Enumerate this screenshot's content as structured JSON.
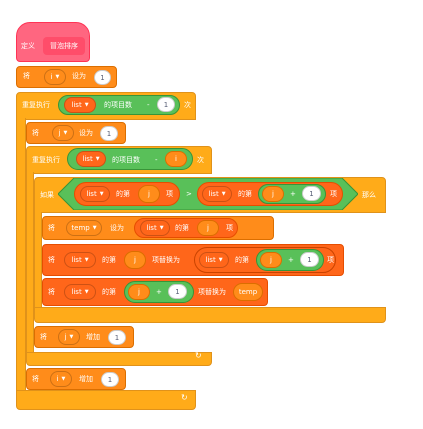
{
  "define": {
    "keyword": "定义",
    "name": "冒泡排序"
  },
  "set_i": {
    "keyword": "将",
    "var": "i",
    "op": "设为",
    "value": "1"
  },
  "repeat1": {
    "keyword": "重复执行",
    "list_var": "list",
    "item_count": "的项目数",
    "minus": "-",
    "value": "1",
    "times": "次"
  },
  "set_j": {
    "keyword": "将",
    "var": "j",
    "op": "设为",
    "value": "1"
  },
  "repeat2": {
    "keyword": "重复执行",
    "list_var": "list",
    "item_count": "的项目数",
    "minus": "-",
    "var": "i",
    "times": "次"
  },
  "if_block": {
    "keyword": "如果",
    "then": "那么",
    "left": {
      "list": "list",
      "of": "的第",
      "index": "j",
      "item": "项"
    },
    "gt": ">",
    "right": {
      "list": "list",
      "of": "的第",
      "index": "j",
      "plus": "+",
      "value": "1",
      "item": "项"
    }
  },
  "set_temp": {
    "keyword": "将",
    "var": "temp",
    "op": "设为",
    "list": "list",
    "of": "的第",
    "index": "j",
    "item": "项"
  },
  "replace1": {
    "keyword": "将",
    "list": "list",
    "of": "的第",
    "index": "j",
    "replace": "项替换为",
    "list2": "list",
    "of2": "的第",
    "index2": "j",
    "plus": "+",
    "value": "1",
    "item": "项"
  },
  "replace2": {
    "keyword": "将",
    "list": "list",
    "of": "的第",
    "index": "j",
    "plus": "+",
    "value": "1",
    "replace": "项替换为",
    "var": "temp"
  },
  "change_j": {
    "keyword": "将",
    "var": "j",
    "op": "增加",
    "value": "1"
  },
  "change_i": {
    "keyword": "将",
    "var": "i",
    "op": "增加",
    "value": "1"
  },
  "colors": {
    "control": "#ffab19",
    "variable": "#ff8c1a",
    "list": "#ff661a",
    "operator": "#59c059",
    "custom": "#ff6680"
  }
}
